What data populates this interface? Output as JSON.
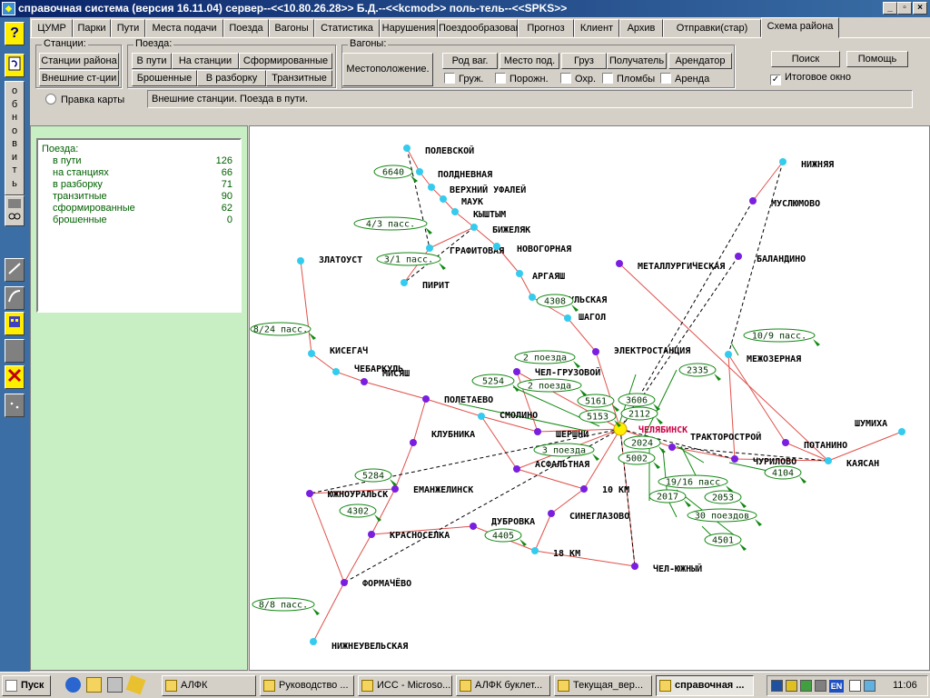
{
  "window": {
    "title": "справочная система (версия 16.11.04) сервер--<<10.80.26.28>> Б.Д.--<<kcmod>> поль-тель--<<SPKS>>"
  },
  "tabs": [
    {
      "label": "ЦУМР"
    },
    {
      "label": "Парки"
    },
    {
      "label": "Пути"
    },
    {
      "label": "Места подачи"
    },
    {
      "label": "Поезда"
    },
    {
      "label": "Вагоны"
    },
    {
      "label": "Статистика"
    },
    {
      "label": "Нарушения"
    },
    {
      "label": "Поездообразование"
    },
    {
      "label": "Прогноз"
    },
    {
      "label": "Клиент"
    },
    {
      "label": "Архив"
    },
    {
      "label": "Отправки(стар)"
    },
    {
      "label": "Схема района"
    }
  ],
  "sidebar": {
    "help": "?",
    "refresh_vertical": [
      "о",
      "б",
      "н",
      "о",
      "в",
      "и",
      "т",
      "ь"
    ]
  },
  "groups": {
    "stations": {
      "title": "Станции:",
      "buttons": [
        "Станции района",
        "Внешние ст-ции"
      ]
    },
    "trains": {
      "title": "Поезда:",
      "buttons": [
        "В пути",
        "На станции",
        "Сформированные",
        "Брошенные",
        "В разборку",
        "Транзитные"
      ]
    },
    "wagons": {
      "title": "Вагоны:",
      "location_button": "Местоположение.",
      "buttons": [
        "Род ваг.",
        "Место под.",
        "Груз",
        "Получатель",
        "Арендатор"
      ],
      "checks": [
        "Груж.",
        "Порожн.",
        "Охр.",
        "Пломбы",
        "Аренда"
      ]
    }
  },
  "right_controls": {
    "search": "Поиск",
    "help": "Помощь",
    "summary_checkbox": "Итоговое окно",
    "summary_checked": "✓"
  },
  "map_edit_label": "Правка карты",
  "status_text": "Внешние станции. Поезда в пути.",
  "stats": {
    "header": "Поезда:",
    "rows": [
      {
        "label": "в пути",
        "value": "126"
      },
      {
        "label": "на станциях",
        "value": "66"
      },
      {
        "label": "в разборку",
        "value": "71"
      },
      {
        "label": "транзитные",
        "value": "90"
      },
      {
        "label": "сформированные",
        "value": "62"
      },
      {
        "label": "брошенные",
        "value": "0"
      }
    ]
  },
  "map": {
    "colors": {
      "external": "#33ccee",
      "district": "#7a1ee0",
      "hub": "#ffee00",
      "rail": "#e0504a",
      "train": "#118811",
      "hub_label": "#cc0044"
    },
    "stations": [
      {
        "id": "polevskoy",
        "name": "ПОЛЕВСКОЙ",
        "type": "external"
      },
      {
        "id": "poldnevnaya",
        "name": "ПОЛДНЕВНАЯ",
        "type": "external"
      },
      {
        "id": "verkh_ufaley",
        "name": "ВЕРХНИЙ УФАЛЕЙ",
        "type": "external"
      },
      {
        "id": "mauk",
        "name": "МАУК",
        "type": "external"
      },
      {
        "id": "kyshtym",
        "name": "КЫШТЫМ",
        "type": "external"
      },
      {
        "id": "bizhelyak",
        "name": "БИЖЕЛЯК",
        "type": "external"
      },
      {
        "id": "grafitovaya",
        "name": "ГРАФИТОВАЯ",
        "type": "external"
      },
      {
        "id": "novogornaya",
        "name": "НОВОГОРНАЯ",
        "type": "external"
      },
      {
        "id": "argayash",
        "name": "АРГАЯШ",
        "type": "external"
      },
      {
        "id": "pirit",
        "name": "ПИРИТ",
        "type": "external"
      },
      {
        "id": "zlatoust",
        "name": "ЗЛАТОУСТ",
        "type": "external"
      },
      {
        "id": "essaulskaya",
        "name": "ЕССАУЛЬСКАЯ",
        "type": "external"
      },
      {
        "id": "shagol",
        "name": "ШАГОЛ",
        "type": "external"
      },
      {
        "id": "nizhnyaya",
        "name": "НИЖНЯЯ",
        "type": "external"
      },
      {
        "id": "muslyumovo",
        "name": "МУСЛЮМОВО",
        "type": "district"
      },
      {
        "id": "balandino",
        "name": "БАЛАНДИНО",
        "type": "district"
      },
      {
        "id": "metallurg",
        "name": "МЕТАЛЛУРГИЧЕСКАЯ",
        "type": "district"
      },
      {
        "id": "mezhozernaya",
        "name": "МЕЖОЗЕРНАЯ",
        "type": "external"
      },
      {
        "id": "elektrostantsiya",
        "name": "ЭЛЕКТРОСТАНЦИЯ",
        "type": "district"
      },
      {
        "id": "chel_gruzovoy",
        "name": "ЧЕЛ-ГРУЗОВОЙ",
        "type": "district"
      },
      {
        "id": "kisegach",
        "name": "КИСЕГАЧ",
        "type": "external"
      },
      {
        "id": "chebarkul",
        "name": "ЧЕБАРКУЛЬ",
        "type": "external"
      },
      {
        "id": "misyash",
        "name": "МИСЯШ",
        "type": "district"
      },
      {
        "id": "poletaevo",
        "name": "ПОЛЕТАЕВО",
        "type": "district"
      },
      {
        "id": "smolino",
        "name": "СМОЛИНО",
        "type": "external"
      },
      {
        "id": "sheршni",
        "name": "ШЕРШНИ",
        "type": "district"
      },
      {
        "id": "chelyabinsk",
        "name": "ЧЕЛЯБИНСК",
        "type": "hub"
      },
      {
        "id": "traktorostroy",
        "name": "ТРАКТОРОСТРОЙ",
        "type": "district"
      },
      {
        "id": "potanino",
        "name": "ПОТАНИНО",
        "type": "district"
      },
      {
        "id": "shumikha",
        "name": "ШУМИХА",
        "type": "external"
      },
      {
        "id": "kayasan",
        "name": "КАЯСАН",
        "type": "external"
      },
      {
        "id": "churilovo",
        "name": "ЧУРИЛОВО",
        "type": "district"
      },
      {
        "id": "klubnika",
        "name": "КЛУБНИКА",
        "type": "district"
      },
      {
        "id": "asfaltnaya",
        "name": "АСФАЛЬТНАЯ",
        "type": "district"
      },
      {
        "id": "emanzhelinsk",
        "name": "ЕМАНЖЕЛИНСК",
        "type": "district"
      },
      {
        "id": "yuzhnouralsk",
        "name": "ЮЖНОУРАЛЬСК",
        "type": "district"
      },
      {
        "id": "10km",
        "name": "10 КМ",
        "type": "district"
      },
      {
        "id": "sinegla",
        "name": "СИНЕГЛАЗОВО",
        "type": "district"
      },
      {
        "id": "dubrovka",
        "name": "ДУБРОВКА",
        "type": "district"
      },
      {
        "id": "18km",
        "name": "18 КМ",
        "type": "external"
      },
      {
        "id": "krasnoselka",
        "name": "КРАСНОСЕЛКА",
        "type": "district"
      },
      {
        "id": "chel_yuzhny",
        "name": "ЧЕЛ-ЮЖНЫЙ",
        "type": "district"
      },
      {
        "id": "formachevo",
        "name": "ФОРМАЧЁВО",
        "type": "district"
      },
      {
        "id": "nizhneuvelskaya",
        "name": "НИЖНЕУВЕЛЬСКАЯ",
        "type": "external"
      }
    ],
    "train_labels": [
      "6640",
      "4/3 пасс.",
      "3/1 пасс.",
      "4308",
      "8/24 пасс.",
      "2 поезда",
      "5254",
      "2 поезда",
      "5161",
      "3606",
      "5153",
      "2112",
      "2335",
      "10/9 пасс.",
      "2024",
      "3 поезда",
      "5002",
      "4104",
      "5284",
      "19/16 пасс",
      "4302",
      "2017",
      "2053",
      "30 поездов",
      "4405",
      "4501",
      "8/8 пасс."
    ]
  },
  "taskbar": {
    "start": "Пуск",
    "items": [
      {
        "label": "АЛФК"
      },
      {
        "label": "Руководство ..."
      },
      {
        "label": "ИСС - Microso..."
      },
      {
        "label": "АЛФК буклет..."
      },
      {
        "label": "Текущая_вер..."
      },
      {
        "label": "справочная ..."
      }
    ],
    "lang": "EN",
    "clock": "11:06"
  }
}
